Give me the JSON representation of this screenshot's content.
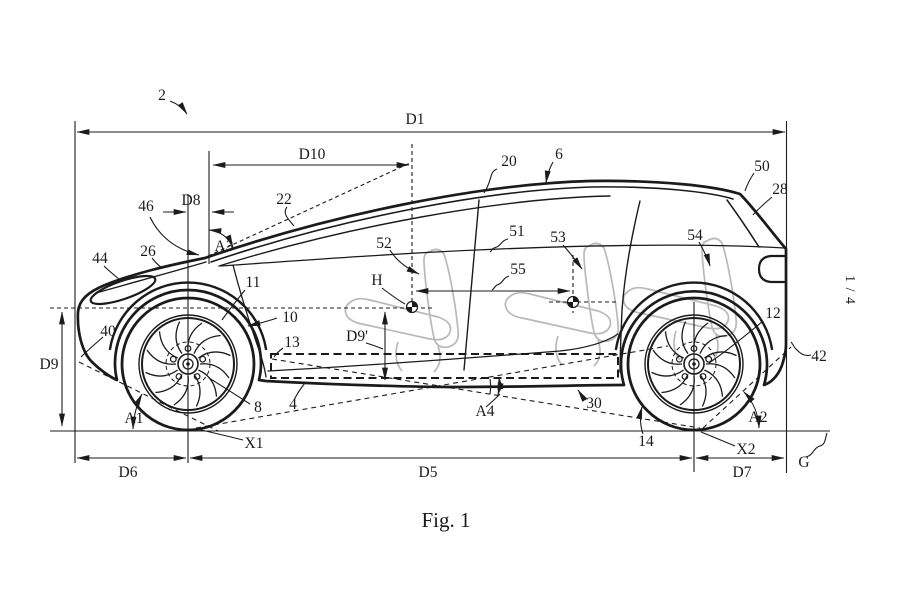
{
  "figure": {
    "caption": "Fig. 1",
    "sheet": "1 / 4",
    "type": "patent-side-elevation-vehicle"
  },
  "colors": {
    "ink": "#1b1b1b",
    "seat_outline": "#b9b9b9",
    "background": "#ffffff"
  },
  "dims": {
    "D1": "D1",
    "D10": "D10",
    "D8": "D8",
    "D9": "D9",
    "D9p": "D9'",
    "D5": "D5",
    "D6": "D6",
    "D7": "D7",
    "A1": "A1",
    "A2": "A2",
    "A3": "A3",
    "A4": "A4",
    "X1": "X1",
    "X2": "X2",
    "H": "H",
    "G": "G"
  },
  "refs": {
    "n2": "2",
    "n4": "4",
    "n6": "6",
    "n8": "8",
    "n10": "10",
    "n11": "11",
    "n12": "12",
    "n13": "13",
    "n14": "14",
    "n20": "20",
    "n22": "22",
    "n26": "26",
    "n28": "28",
    "n30": "30",
    "n40": "40",
    "n42": "42",
    "n44": "44",
    "n46": "46",
    "n50": "50",
    "n51": "51",
    "n52": "52",
    "n53": "53",
    "n54": "54",
    "n55": "55"
  }
}
